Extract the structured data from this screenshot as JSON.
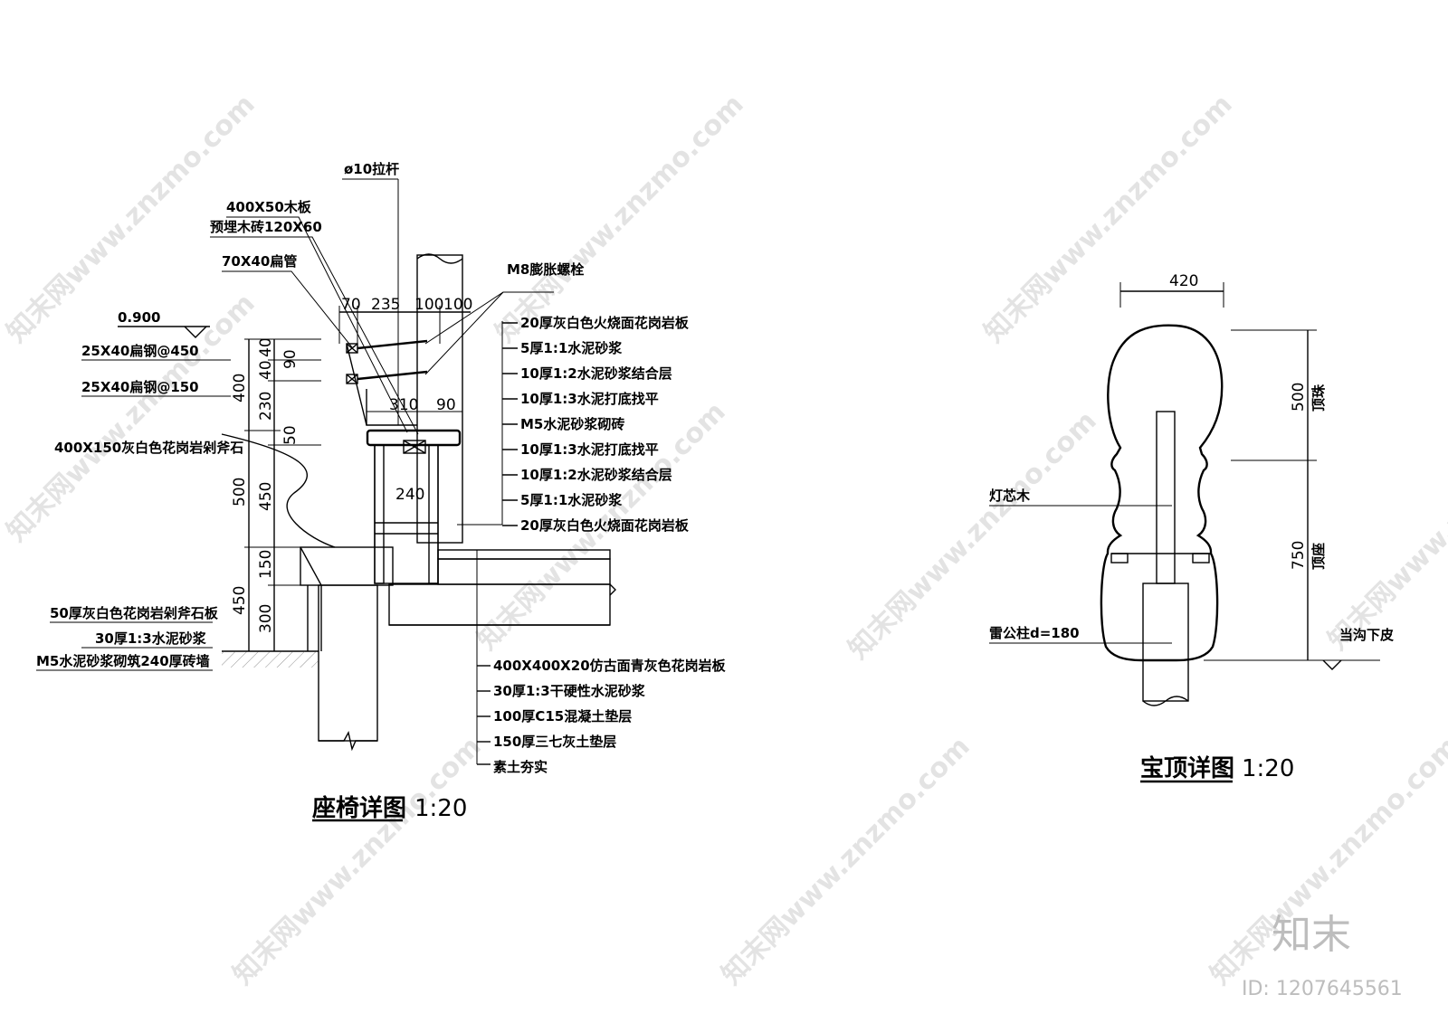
{
  "watermark": {
    "text": "知末网www.znzmo.com"
  },
  "brand": {
    "logo_text": "知末",
    "id_text": "ID: 1207645561"
  },
  "seat_detail": {
    "title": "座椅详图",
    "scale": "1:20",
    "elevation_mark": "0.900",
    "callouts_left": {
      "rod": "ø10拉杆",
      "wood_board": "400X50木板",
      "wood_beam": "预埋木砖120X60",
      "square_tube": "70X40扁管",
      "tube_450": "25X40扁钢@450",
      "tube_150": "25X40扁钢@150",
      "stone_coping": "400X150灰白色花岗岩剁斧石",
      "stone_plate": "50厚灰白色花岗岩剁斧石板",
      "mortar_30": "30厚1:3水泥砂浆",
      "brick_wall": "M5水泥砂浆砌筑240厚砖墙"
    },
    "callouts_right": {
      "bolt": "M8膨胀螺栓",
      "layers_top": [
        "20厚灰白色火烧面花岗岩板",
        "5厚1:1水泥砂浆",
        "10厚1:2水泥砂浆结合层",
        "10厚1:3水泥打底找平",
        "M5水泥砂浆砌砖",
        "10厚1:3水泥打底找平",
        "10厚1:2水泥砂浆结合层",
        "5厚1:1水泥砂浆",
        "20厚灰白色火烧面花岗岩板"
      ],
      "layers_bottom": [
        "400X400X20仿古面青灰色花岗岩板",
        "30厚1:3干硬性水泥砂浆",
        "100厚C15混凝土垫层",
        "150厚三七灰土垫层",
        "素土夯实"
      ]
    },
    "dims": {
      "top_row": [
        "70",
        "235",
        "100",
        "100"
      ],
      "seat_310": "310",
      "seat_90": "90",
      "block_240": "240",
      "left_inner": [
        "40",
        "40",
        "230",
        "50",
        "450",
        "150",
        "300"
      ],
      "left_inner_90": "90",
      "left_outer": [
        "400",
        "500",
        "450"
      ]
    }
  },
  "finial_detail": {
    "title": "宝顶详图",
    "scale": "1:20",
    "width_dim": "420",
    "height_dims": [
      "500",
      "750"
    ],
    "height_notes": [
      "顶珠",
      "顶座"
    ],
    "callout_core": "灯芯木",
    "callout_post": "雷公柱d=180",
    "callout_base": "当沟下皮"
  }
}
